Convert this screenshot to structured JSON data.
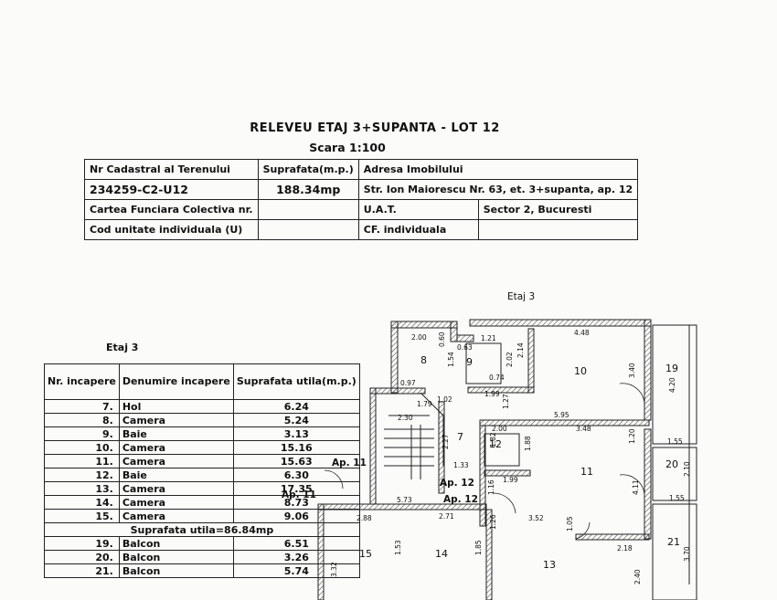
{
  "header": {
    "title": "RELEVEU  ETAJ 3+SUPANTA - LOT 12",
    "scale": "Scara 1:100"
  },
  "info_table": {
    "nr_cadastral_label": "Nr Cadastral al Terenului",
    "suprafata_label": "Suprafata(m.p.)",
    "adresa_label": "Adresa Imobilului",
    "nr_cadastral_value": "234259-C2-U12",
    "suprafata_value": "188.34mp",
    "adresa_value": "Str. Ion Maiorescu Nr. 63, et. 3+supanta, ap. 12",
    "cartea_label": "Cartea Funciara Colectiva nr.",
    "uat_label": "U.A.T.",
    "uat_value": "Sector 2, Bucuresti",
    "cod_label": "Cod unitate individuala (U)",
    "cf_label": "CF. individuala"
  },
  "room_table": {
    "caption": "Etaj 3",
    "headers": {
      "nr": "Nr. incapere",
      "denumire": "Denumire incapere",
      "suprafata": "Suprafata utila(m.p.)"
    },
    "rows": [
      {
        "nr": "7.",
        "name": "Hol",
        "area": "6.24"
      },
      {
        "nr": "8.",
        "name": "Camera",
        "area": "5.24"
      },
      {
        "nr": "9.",
        "name": "Baie",
        "area": "3.13"
      },
      {
        "nr": "10.",
        "name": "Camera",
        "area": "15.16"
      },
      {
        "nr": "11.",
        "name": "Camera",
        "area": "15.63"
      },
      {
        "nr": "12.",
        "name": "Baie",
        "area": "6.30"
      },
      {
        "nr": "13.",
        "name": "Camera",
        "area": "17.35"
      },
      {
        "nr": "14.",
        "name": "Camera",
        "area": "8.73"
      },
      {
        "nr": "15.",
        "name": "Camera",
        "area": "9.06"
      }
    ],
    "total": "Suprafata utila=86.84mp",
    "balcony_rows": [
      {
        "nr": "19.",
        "name": "Balcon",
        "area": "6.51"
      },
      {
        "nr": "20.",
        "name": "Balcon",
        "area": "3.26"
      },
      {
        "nr": "21.",
        "name": "Balcon",
        "area": "5.74"
      }
    ]
  },
  "floor_plan": {
    "caption": "Etaj 3",
    "rooms": [
      "8",
      "9",
      "10",
      "19",
      "7",
      "12",
      "11",
      "20",
      "15",
      "14",
      "13",
      "21"
    ],
    "labels": [
      "Ap. 11",
      "Ap. 12",
      "Ap. 11",
      "Ap. 12"
    ],
    "dims": [
      "2.00",
      "0.60",
      "0.63",
      "1.21",
      "4.48",
      "1.54",
      "2.02",
      "2.14",
      "0.74",
      "3.40",
      "4.20",
      "0.97",
      "1.02",
      "1.99",
      "1.27",
      "1.79",
      "2.30",
      "2.00",
      "5.95",
      "3.48",
      "1.82",
      "1.88",
      "1.20",
      "1.55",
      "2.27",
      "1.33",
      "1.99",
      "1.16",
      "4.11",
      "2.10",
      "1.55",
      "5.73",
      "2.88",
      "2.71",
      "1.26",
      "3.52",
      "1.05",
      "2.18",
      "1.53",
      "1.85",
      "3.32",
      "2.40",
      "3.70"
    ]
  }
}
